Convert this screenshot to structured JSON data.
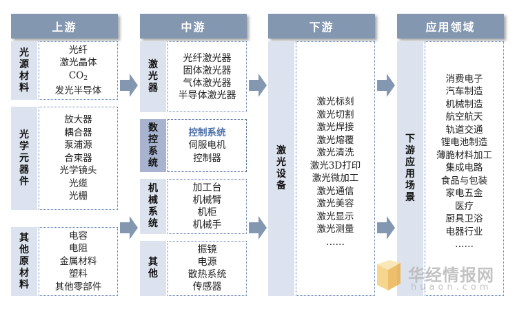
{
  "headers": {
    "upstream": "上游",
    "midstream": "中游",
    "downstream": "下游",
    "application": "应用领域"
  },
  "upstream": {
    "light_source": {
      "label": "光源材料",
      "items": [
        "光纤",
        "激光晶体",
        "CO",
        "发光半导体"
      ],
      "co2_subscript": "2"
    },
    "optical": {
      "label": "光学元器件",
      "items": [
        "放大器",
        "耦合器",
        "泵浦源",
        "合束器",
        "光学镜头",
        "光缆",
        "光栅"
      ]
    },
    "other": {
      "label": "其他原材料",
      "items": [
        "电容",
        "电阻",
        "金属材料",
        "塑料",
        "其他零部件"
      ]
    }
  },
  "midstream": {
    "laser": {
      "label": "激光器",
      "items": [
        "光纤激光器",
        "固体激光器",
        "气体激光器",
        "半导体激光器"
      ]
    },
    "cnc": {
      "label": "数控系统",
      "items": [
        "控制系统",
        "伺服电机",
        "控制器"
      ]
    },
    "mech": {
      "label": "机械系统",
      "items": [
        "加工台",
        "机械臂",
        "机柜",
        "机械手"
      ]
    },
    "other": {
      "label": "其他",
      "items": [
        "振镜",
        "电源",
        "散热系统",
        "传感器"
      ]
    }
  },
  "downstream": {
    "label": "激光设备",
    "items": [
      "激光标刻",
      "激光切割",
      "激光焊接",
      "激光熔覆",
      "激光清洗",
      "激光3D打印",
      "激光微加工",
      "激光通信",
      "激光美容",
      "激光显示",
      "激光测量",
      "……"
    ]
  },
  "application": {
    "label": "下游应用场景",
    "items": [
      "消费电子",
      "汽车制造",
      "机械制造",
      "航空航天",
      "轨道交通",
      "锂电池制造",
      "薄脆材料加工",
      "集成电路",
      "食品与包装",
      "家电五金",
      "医疗",
      "厨具卫浴",
      "电器行业",
      "……"
    ]
  },
  "watermark": {
    "name": "华经情报网",
    "url": "huaon.com"
  },
  "colors": {
    "header": "#8497b0",
    "label_bg": "#dde3ee",
    "label_dark_bg": "#a8b4cf",
    "arrow": "#8497b0",
    "border": "#5b7cae"
  }
}
